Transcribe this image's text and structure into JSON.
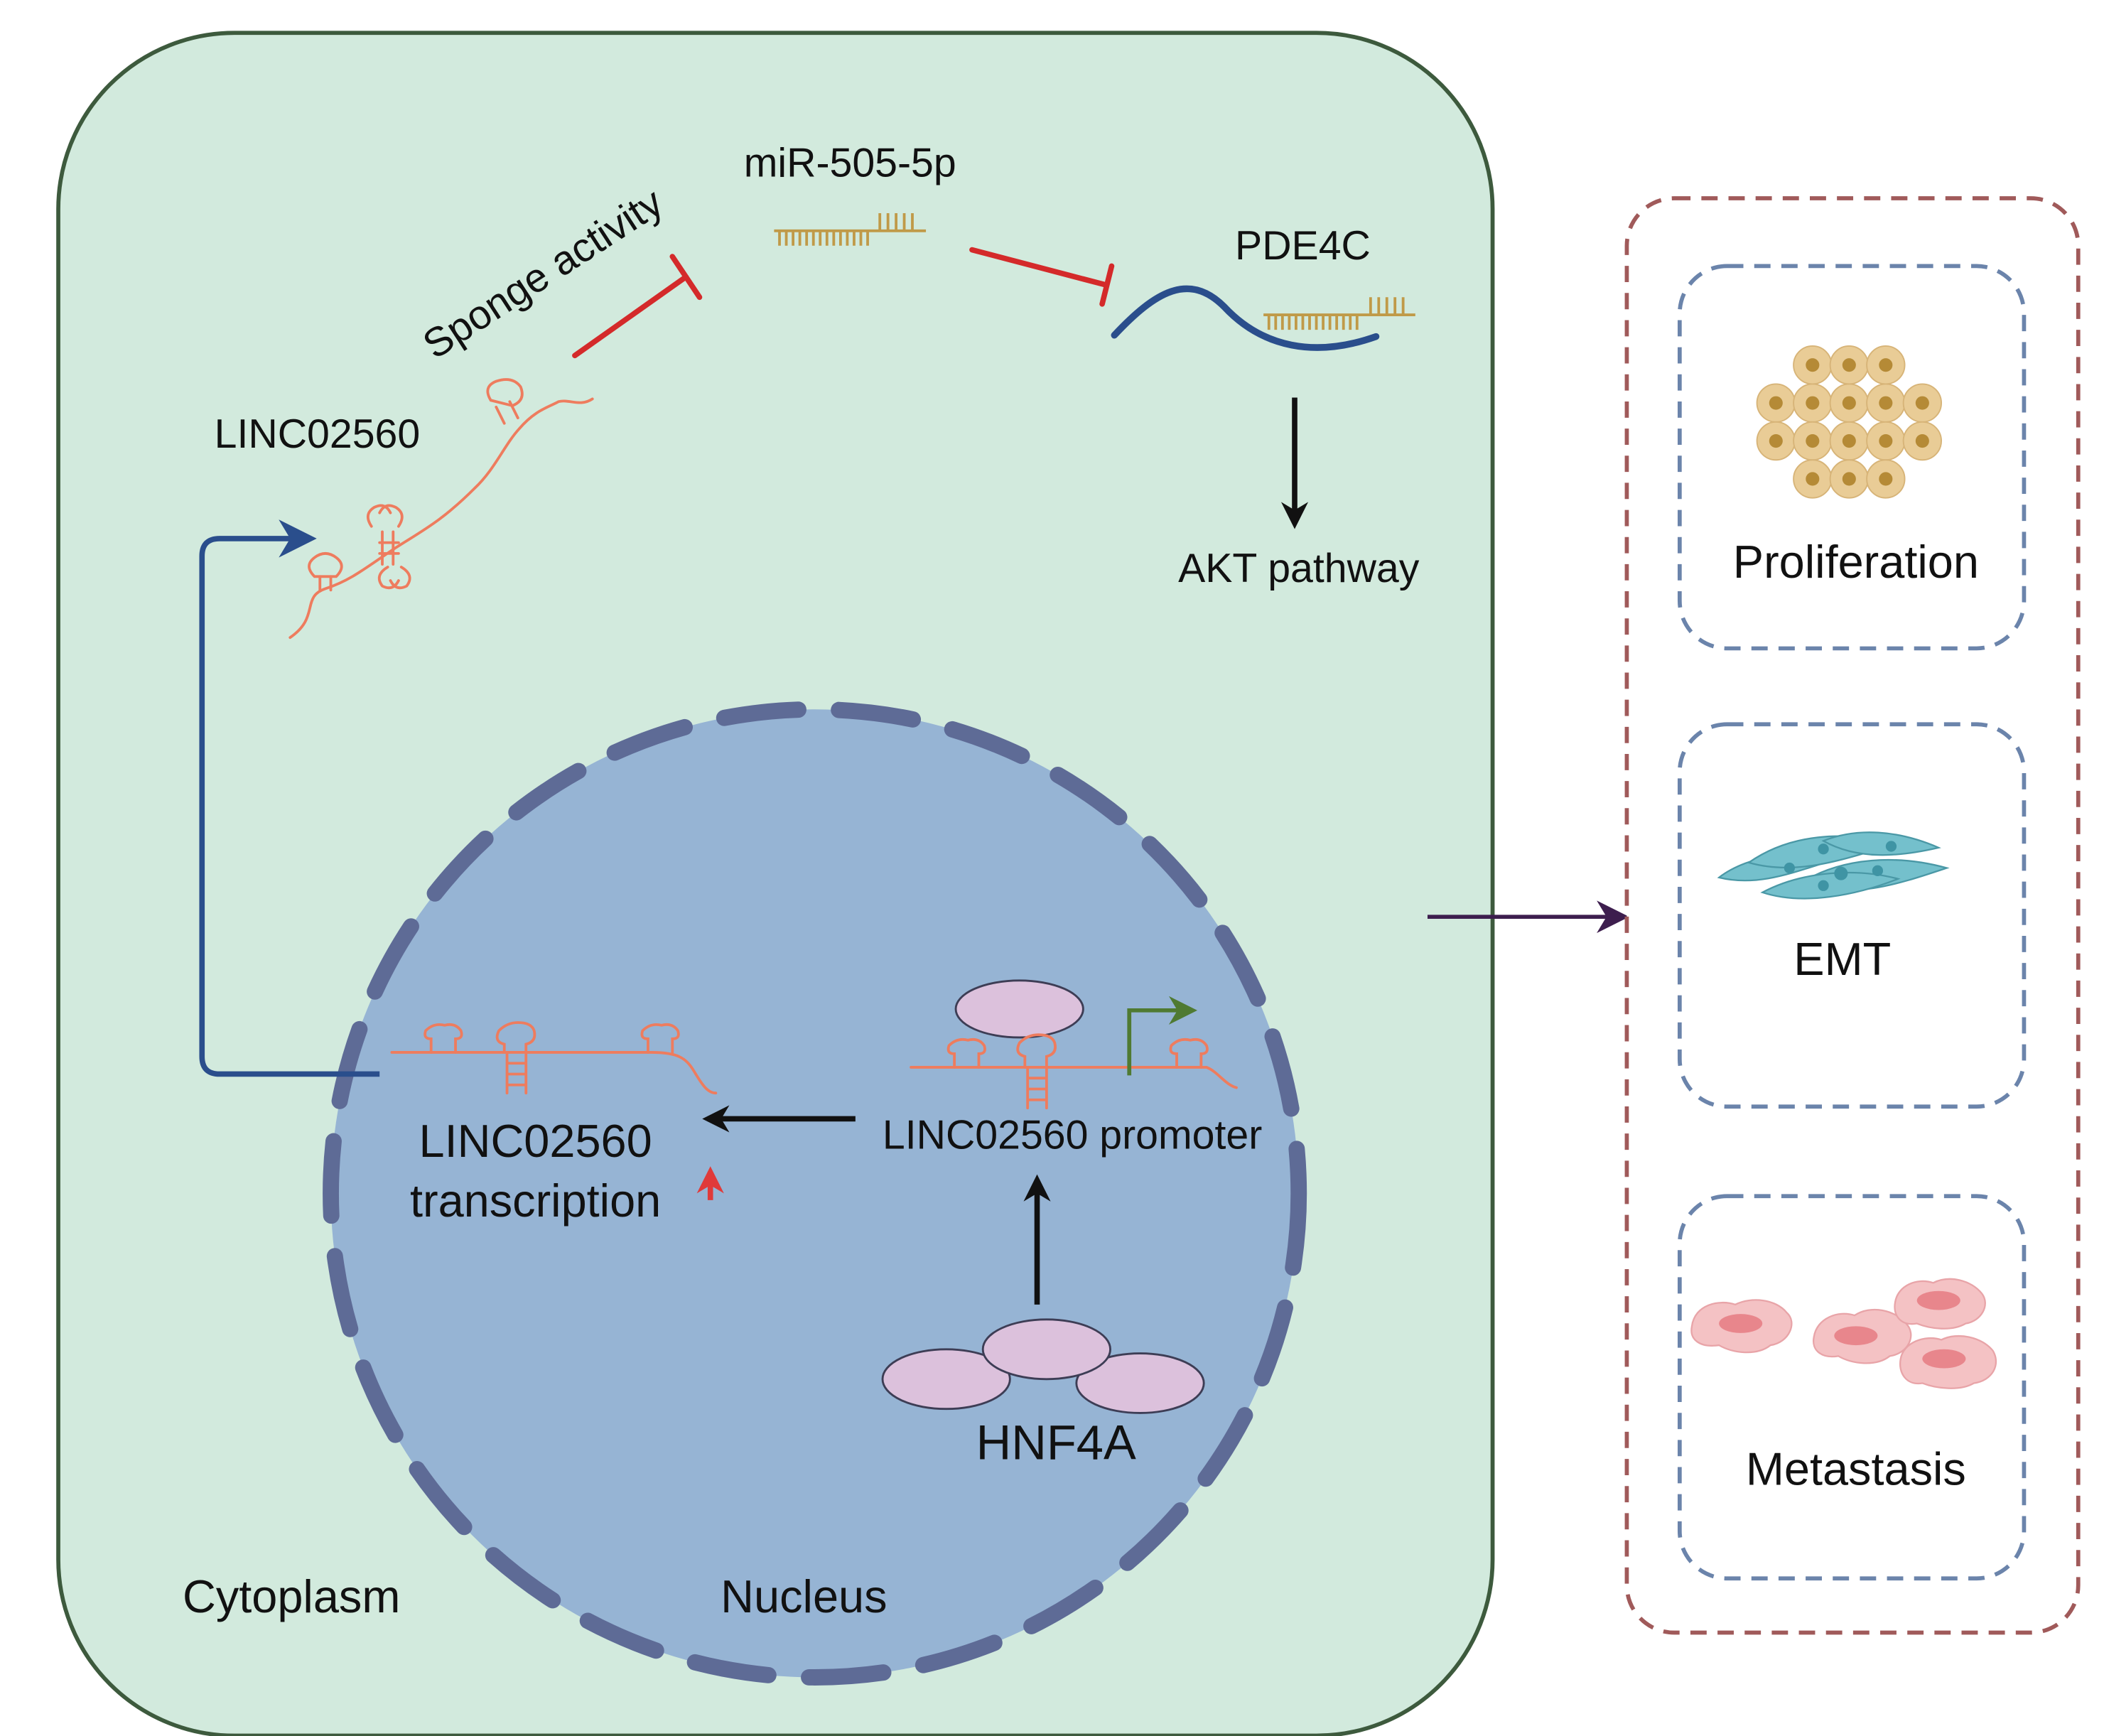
{
  "labels": {
    "mirna": "miR-505-5p",
    "sponge": "Sponge activity",
    "target": "PDE4C",
    "lncrna": "LINC02560",
    "pathway": "AKT pathway",
    "transcription_line1": "LINC02560",
    "transcription_line2": "transcription",
    "promoter": "LINC02560 promoter",
    "factor": "HNF4A",
    "cytoplasm": "Cytoplasm",
    "nucleus": "Nucleus"
  },
  "outcomes": [
    {
      "label": "Proliferation",
      "icon": "cell-cluster-icon"
    },
    {
      "label": "EMT",
      "icon": "spindle-cells-icon"
    },
    {
      "label": "Metastasis",
      "icon": "migrating-cells-icon"
    }
  ],
  "colors": {
    "cytoplasm_fill": "#d2eadd",
    "cell_border": "#3d5a3d",
    "nucleus_fill": "#96b4d4",
    "nucleus_dash": "#5e6b96",
    "rna": "#ee7c5e",
    "inhibition": "#d42a2a",
    "mirna": "#c09a48",
    "mrna": "#2a4e8c",
    "export_arrow": "#2a4e8c",
    "tss_arrow": "#4f7a32",
    "up_arrow": "#e03a3a",
    "protein": "#dcc1dc",
    "outer_dash": "#a05a5a",
    "inner_dash": "#6b84ab",
    "effect_arrow": "#3d1e4e",
    "prolif_cell": "#e9cc96",
    "prolif_nucleus": "#b58a36",
    "emt_cell": "#74c0cc",
    "metastasis_cell": "#f4c2c4"
  }
}
